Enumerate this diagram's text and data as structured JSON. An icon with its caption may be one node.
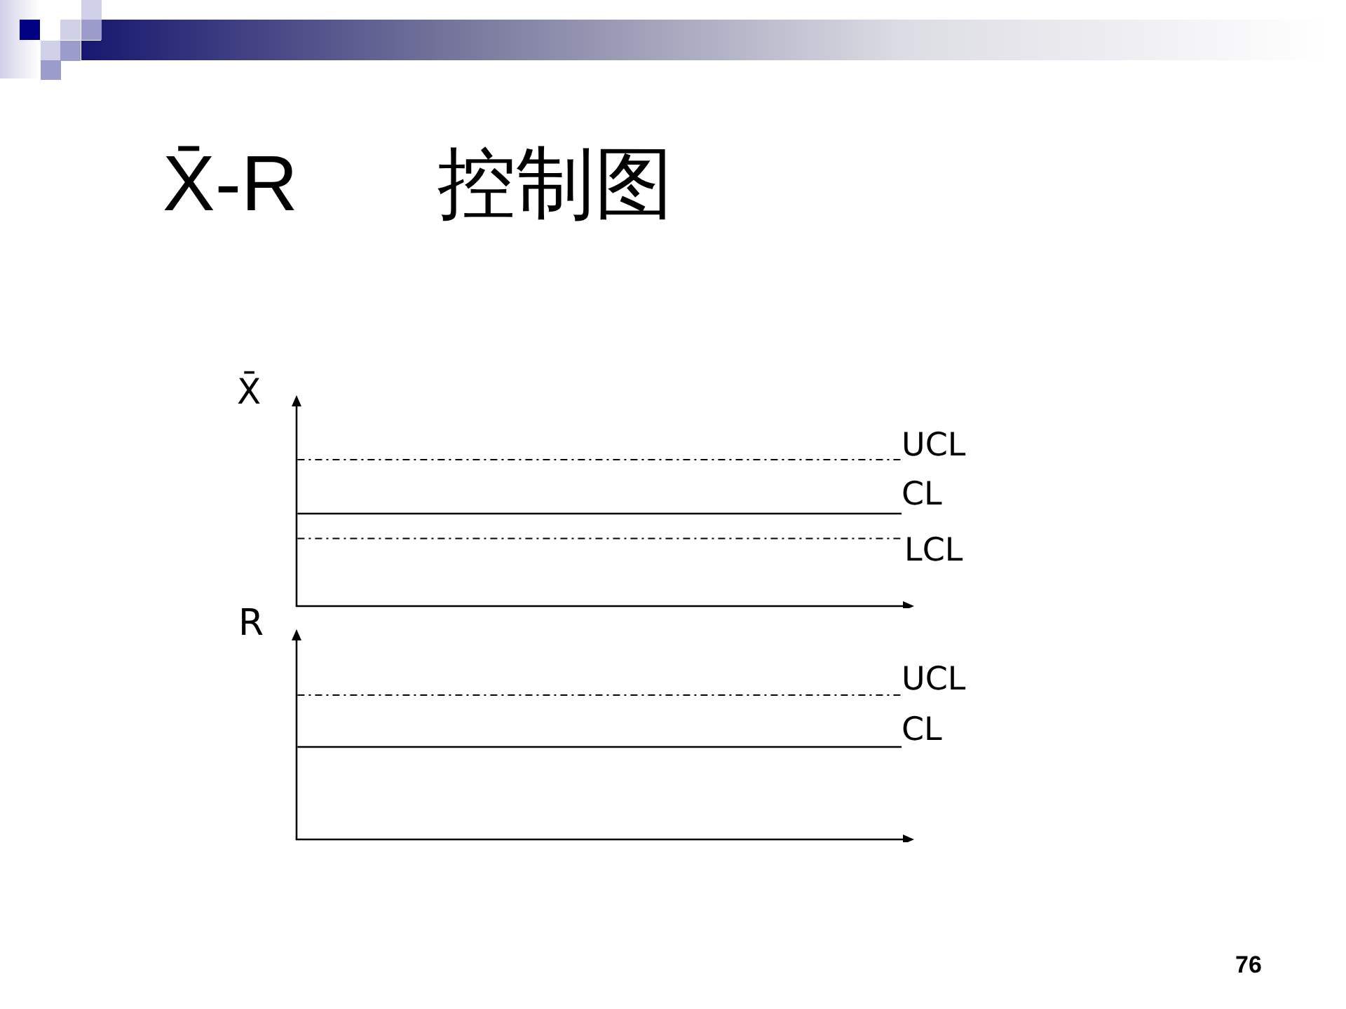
{
  "diagram": {
    "title": "X̄-R 控制图",
    "labels": [
      "X̄",
      "UCL",
      "CL",
      "LCL",
      "R",
      "UCL",
      "CL",
      "76"
    ]
  }
}
